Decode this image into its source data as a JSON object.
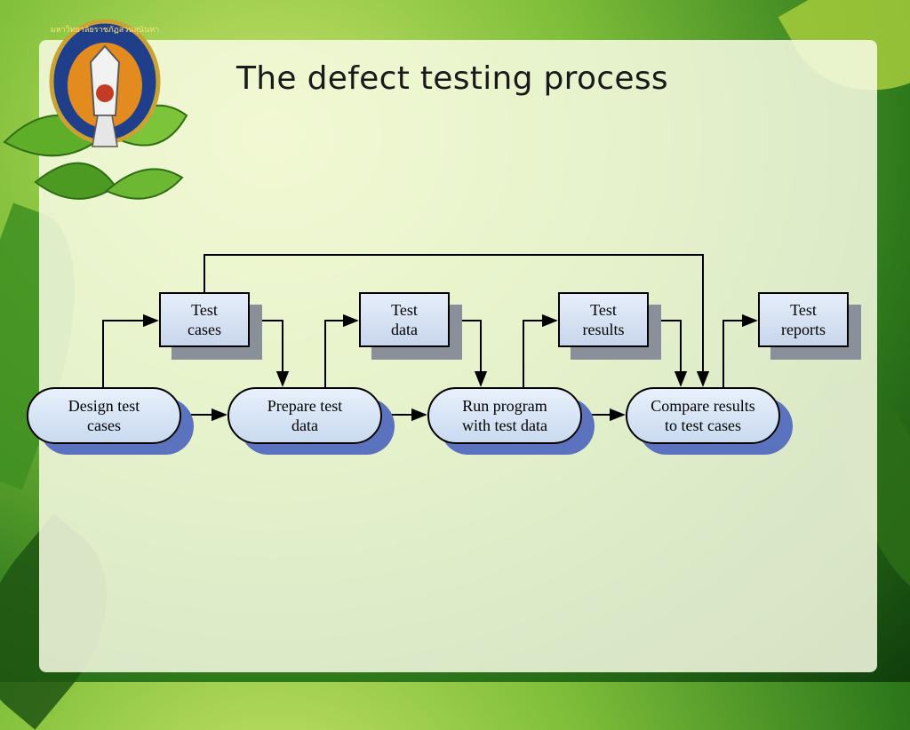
{
  "slide": {
    "title": "The defect testing process"
  },
  "logo": {
    "alt": "University emblem with green leaves",
    "ring_text": "มหาวิทยาลัยราชภัฏสวนสุนันทา"
  },
  "diagram": {
    "processes": [
      {
        "id": "design",
        "label": "Design test\ncases"
      },
      {
        "id": "prepare",
        "label": "Prepare test\ndata"
      },
      {
        "id": "run",
        "label": "Run program\nwith test data"
      },
      {
        "id": "compare",
        "label": "Compare results\nto test cases"
      }
    ],
    "artifacts": [
      {
        "id": "test_cases",
        "label": "Test\ncases"
      },
      {
        "id": "test_data",
        "label": "Test\ndata"
      },
      {
        "id": "test_results",
        "label": "Test\nresults"
      },
      {
        "id": "test_reports",
        "label": "Test\nreports"
      }
    ],
    "edges": [
      {
        "from": "design",
        "to": "prepare"
      },
      {
        "from": "prepare",
        "to": "run"
      },
      {
        "from": "run",
        "to": "compare"
      },
      {
        "from": "design",
        "to": "test_cases"
      },
      {
        "from": "test_cases",
        "to": "prepare"
      },
      {
        "from": "prepare",
        "to": "test_data"
      },
      {
        "from": "test_data",
        "to": "run"
      },
      {
        "from": "run",
        "to": "test_results"
      },
      {
        "from": "test_results",
        "to": "compare"
      },
      {
        "from": "test_cases",
        "to": "compare"
      },
      {
        "from": "compare",
        "to": "test_reports"
      }
    ],
    "colors": {
      "process_fill": "#c9daf0",
      "process_shadow": "#5b72bf",
      "artifact_shadow": "#8a9099",
      "line": "#000000"
    }
  }
}
